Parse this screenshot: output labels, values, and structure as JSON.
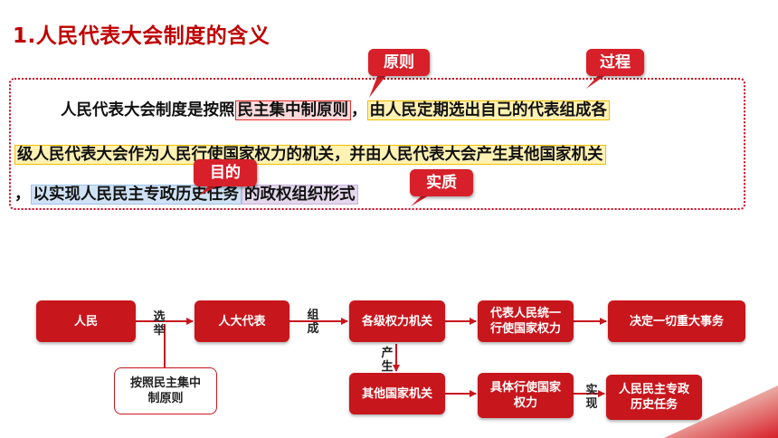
{
  "title": "1.人民代表大会制度的含义",
  "paragraph": {
    "line1_indent_text": "人民代表大会制度是按照",
    "line1_hl1": "民主集中制原则",
    "line1_comma": "，",
    "line1_hl2": "由人民定期选出自己的代表组成各",
    "line2_hl": "级人民代表大会作为人民行使国家权力的机关，并由人民代表大会产生其他国家机关",
    "line3_comma": "，",
    "line3_hl1": "以实现人民民主专政历史任务",
    "line3_hl2": "的政权组织形式"
  },
  "callouts": {
    "principle": "原则",
    "process": "过程",
    "purpose": "目的",
    "essence": "实质"
  },
  "flow": {
    "people": "人民",
    "npc_deputies": "人大代表",
    "power_organs": "各级权力机关",
    "represent_line1": "代表人民统一",
    "represent_line2": "行使国家权力",
    "decide": "决定一切重大事务",
    "other_organs": "其他国家机关",
    "exercise_line1": "具体行使国家",
    "exercise_line2": "权力",
    "dictatorship_line1": "人民民主专政",
    "dictatorship_line2": "历史任务",
    "principle_line1": "按照民主集中",
    "principle_line2": "制原则",
    "label_elect": "选举",
    "label_compose": "组成",
    "label_produce": "产生",
    "label_realize": "实现"
  },
  "colors": {
    "primary_red": "#c8161d",
    "title_red": "#c00000",
    "highlight_pink": "#fbd9dc",
    "highlight_yellow": "#fff2b3",
    "highlight_blue": "#cfe2f5",
    "highlight_purple": "#e4d7ec"
  }
}
